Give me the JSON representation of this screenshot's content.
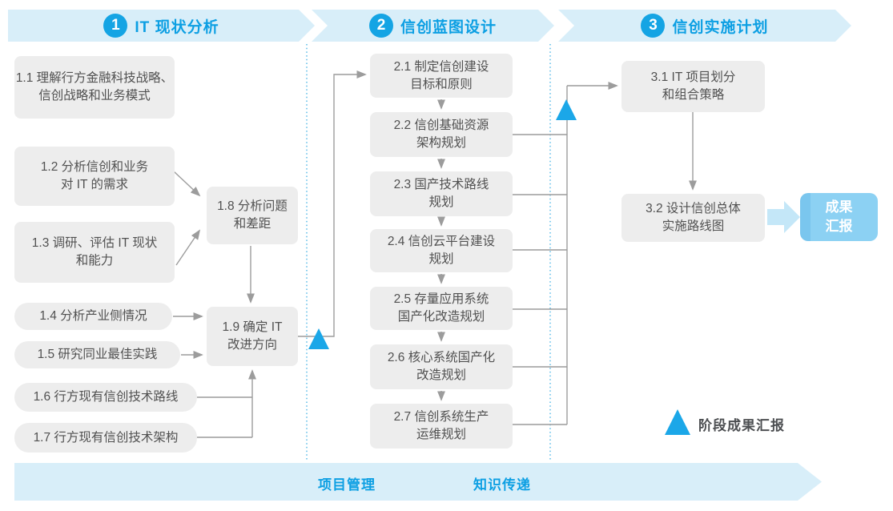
{
  "phases": [
    {
      "number": "1",
      "title": "IT 现状分析"
    },
    {
      "number": "2",
      "title": "信创蓝图设计"
    },
    {
      "number": "3",
      "title": "信创实施计划"
    }
  ],
  "steps": {
    "s11": "1.1 理解行方金融科技战略、\n信创战略和业务模式",
    "s12": "1.2 分析信创和业务\n对 IT 的需求",
    "s13": "1.3 调研、评估 IT 现状\n和能力",
    "s14": "1.4 分析产业侧情况",
    "s15": "1.5 研究同业最佳实践",
    "s16": "1.6 行方现有信创技术路线",
    "s17": "1.7 行方现有信创技术架构",
    "s18": "1.8 分析问题\n和差距",
    "s19": "1.9 确定 IT\n改进方向",
    "s21": "2.1 制定信创建设\n目标和原则",
    "s22": "2.2 信创基础资源\n架构规划",
    "s23": "2.3 国产技术路线\n规划",
    "s24": "2.4 信创云平台建设\n规划",
    "s25": "2.5 存量应用系统\n国产化改造规划",
    "s26": "2.6 核心系统国产化\n改造规划",
    "s27": "2.7 信创系统生产\n运维规划",
    "s31": "3.1 IT 项目划分\n和组合策略",
    "s32": "3.2 设计信创总体\n实施路线图"
  },
  "result_box": "成果\n汇报",
  "legend": {
    "milestone": "阶段成果汇报"
  },
  "footer": {
    "items": [
      "项目管理",
      "知识传递"
    ]
  },
  "colors": {
    "accent_blue": "#14A4E4",
    "banner_bg": "#D8EEF9",
    "title_text": "#0C9FE3",
    "box_bg": "#EDEDED",
    "box_text": "#515151",
    "connector_gray": "#9C9C9C",
    "divider_blue": "#3FB0E4",
    "triangle_blue": "#1BA7E8",
    "result_bg": "#8CD1F3",
    "result_arrow": "#C4E7F8"
  }
}
